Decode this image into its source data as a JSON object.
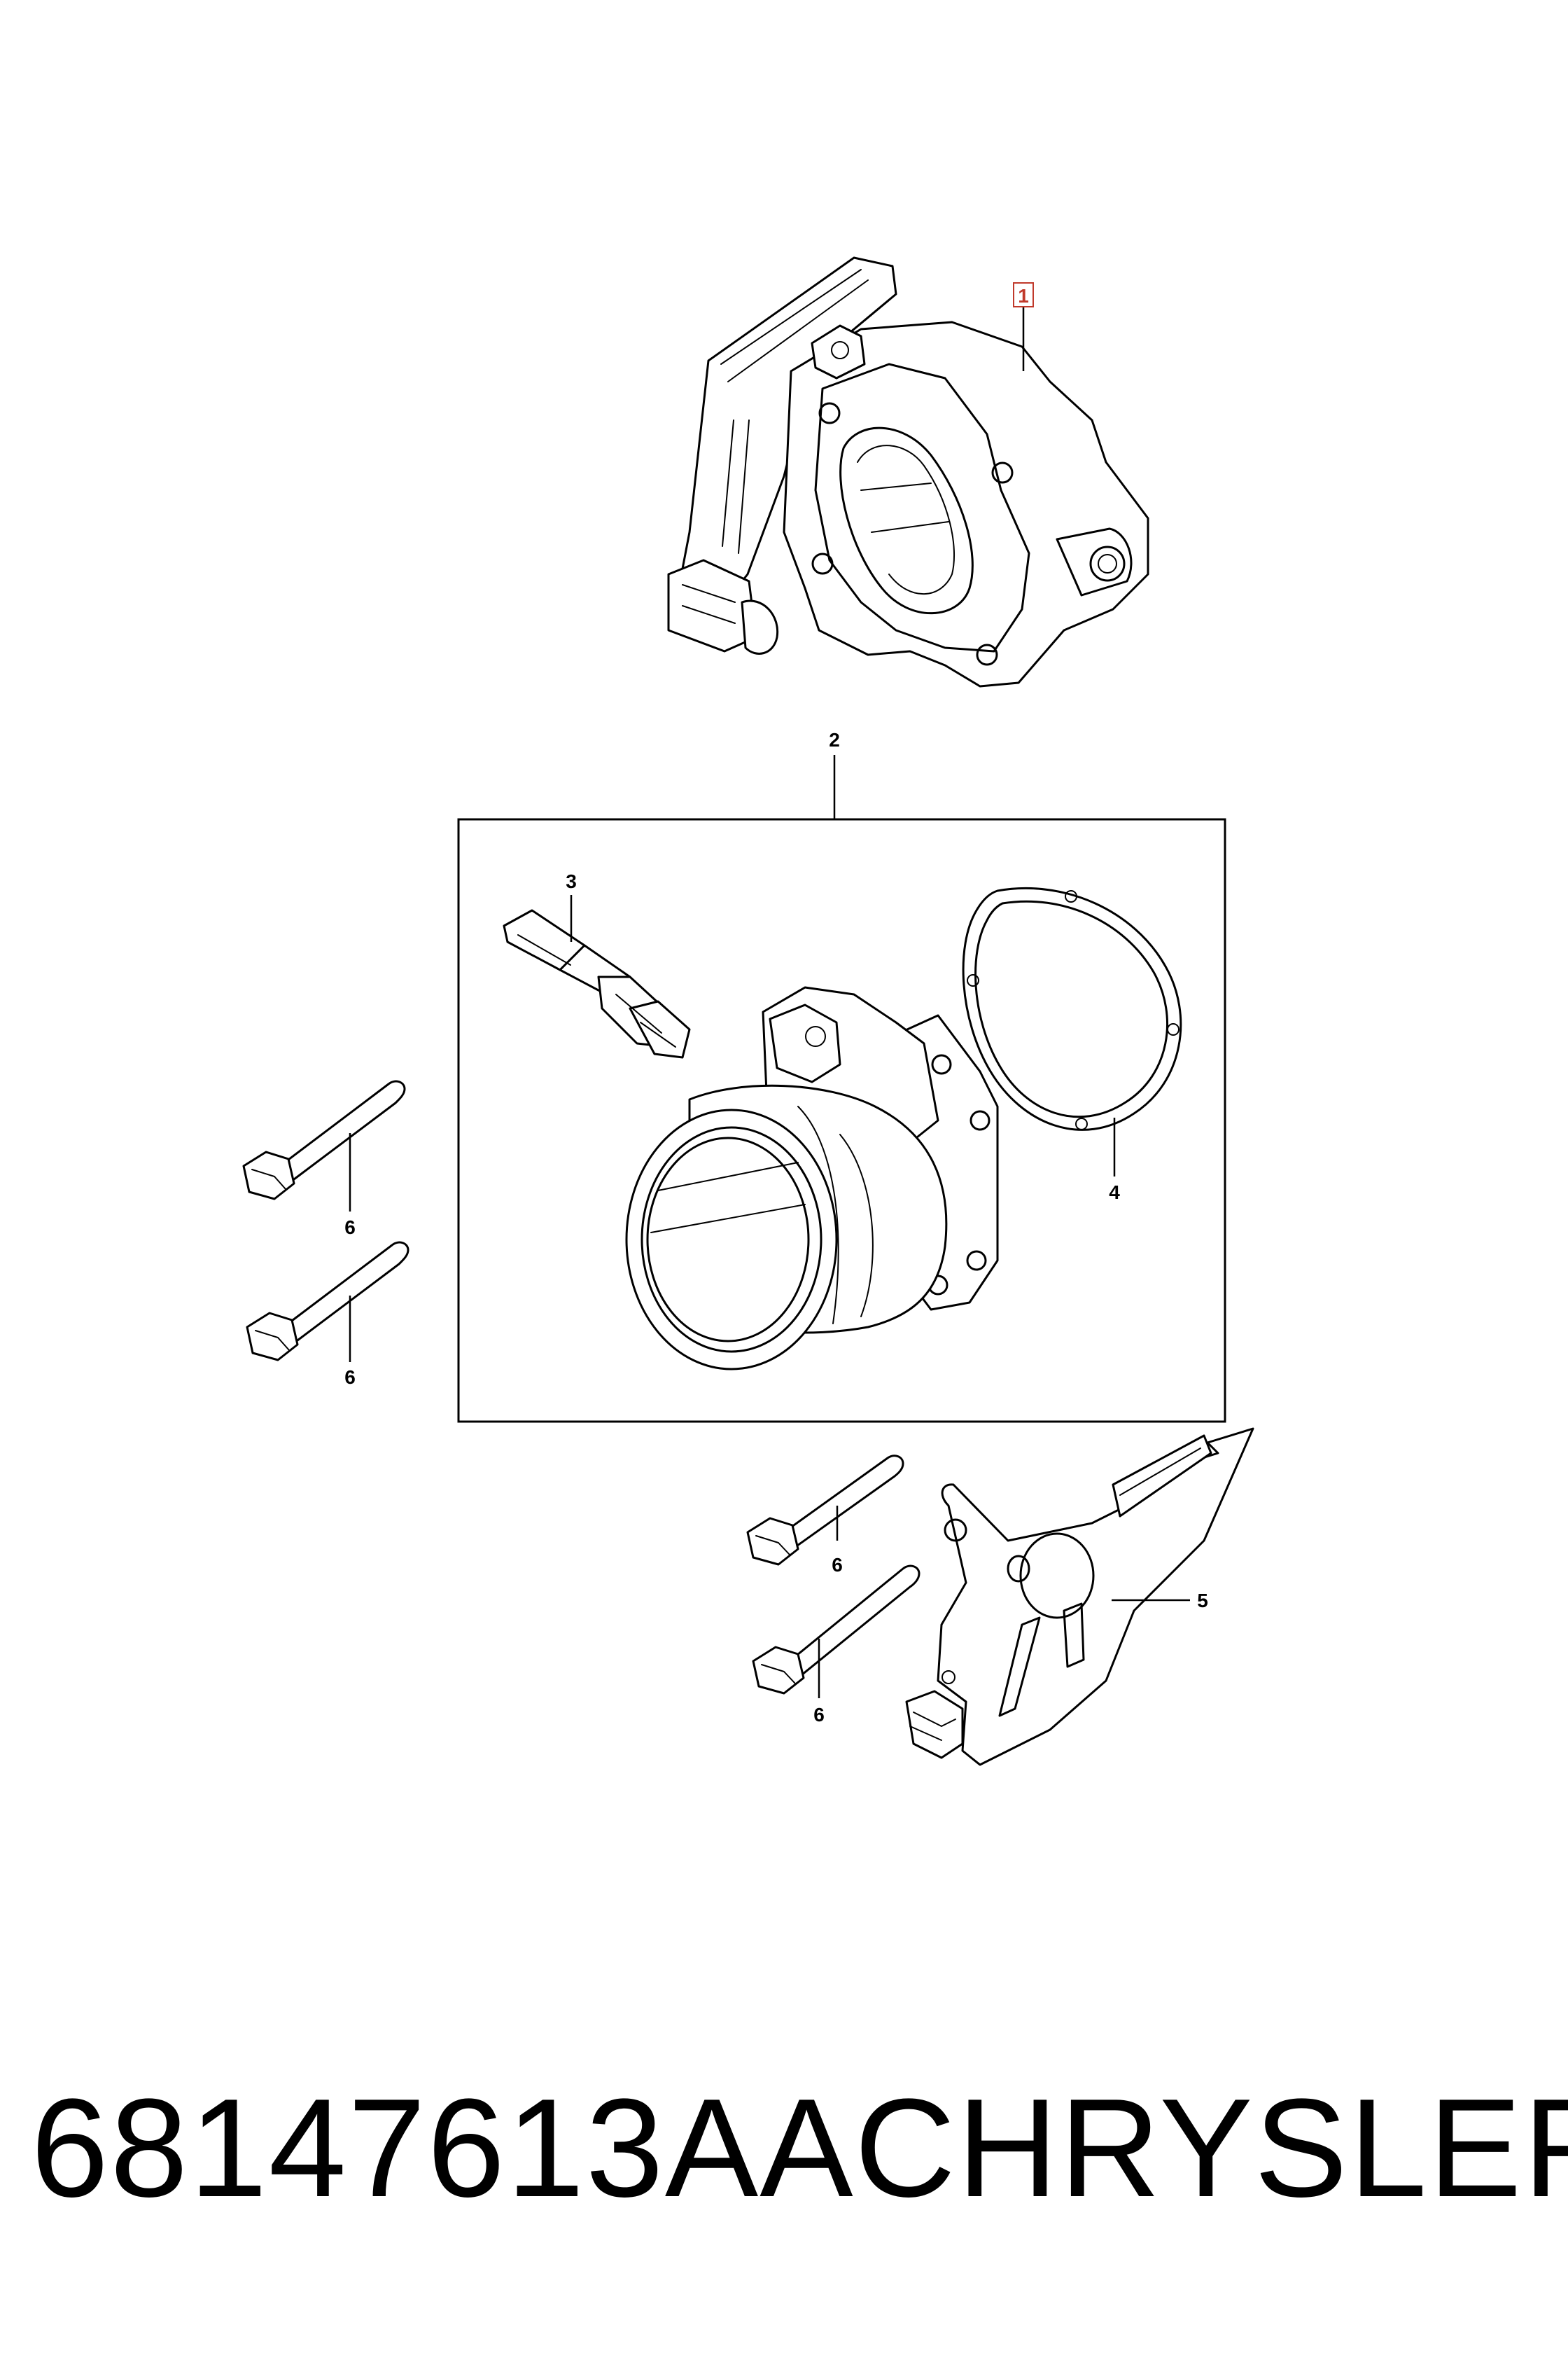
{
  "callouts": {
    "c1": "1",
    "c2": "2",
    "c3": "3",
    "c4": "4",
    "c5": "5",
    "c6a": "6",
    "c6b": "6",
    "c6c": "6",
    "c6d": "6"
  },
  "caption": {
    "part_number": "68147613AA",
    "brand": "CHRYSLER"
  },
  "colors": {
    "callout_highlight": "#c0392b",
    "line": "#000000"
  }
}
